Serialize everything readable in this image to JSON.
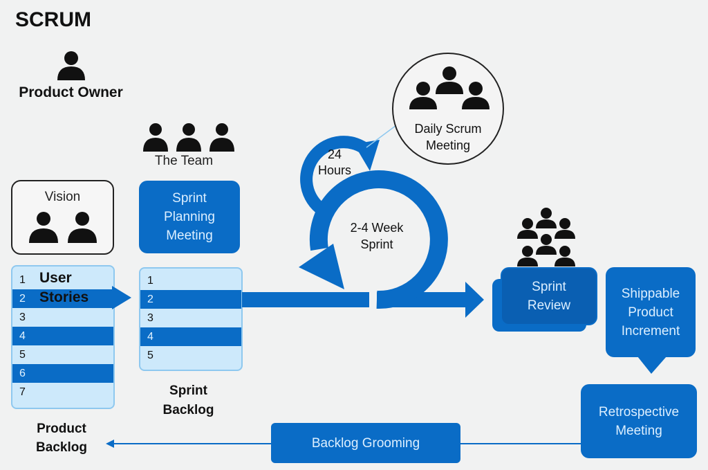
{
  "title": "SCRUM",
  "product_owner": {
    "label": "Product Owner",
    "icon": "person-icon"
  },
  "team": {
    "label": "The Team",
    "icon": "group-icon"
  },
  "vision": {
    "label": "Vision"
  },
  "product_backlog": {
    "items": [
      "1",
      "2",
      "3",
      "4",
      "5",
      "6",
      "7"
    ],
    "overlay_line1": "User",
    "overlay_line2": "Stories",
    "label_line1": "Product",
    "label_line2": "Backlog"
  },
  "sprint_planning": {
    "line1": "Sprint",
    "line2": "Planning",
    "line3": "Meeting"
  },
  "sprint_backlog": {
    "items": [
      "1",
      "2",
      "3",
      "4",
      "5"
    ],
    "label_line1": "Sprint",
    "label_line2": "Backlog"
  },
  "cycle": {
    "daily_line1": "24",
    "daily_line2": "Hours",
    "sprint_line1": "2-4 Week",
    "sprint_line2": "Sprint"
  },
  "daily_scrum": {
    "line1": "Daily Scrum",
    "line2": "Meeting"
  },
  "sprint_review": {
    "line1": "Sprint",
    "line2": "Review"
  },
  "increment": {
    "line1": "Shippable",
    "line2": "Product",
    "line3": "Increment"
  },
  "retrospective": {
    "line1": "Retrospective",
    "line2": "Meeting"
  },
  "backlog_grooming": {
    "label": "Backlog Grooming"
  },
  "colors": {
    "primary_blue": "#0a6cc6",
    "light_blue": "#cde9fb",
    "background": "#f1f2f2"
  }
}
